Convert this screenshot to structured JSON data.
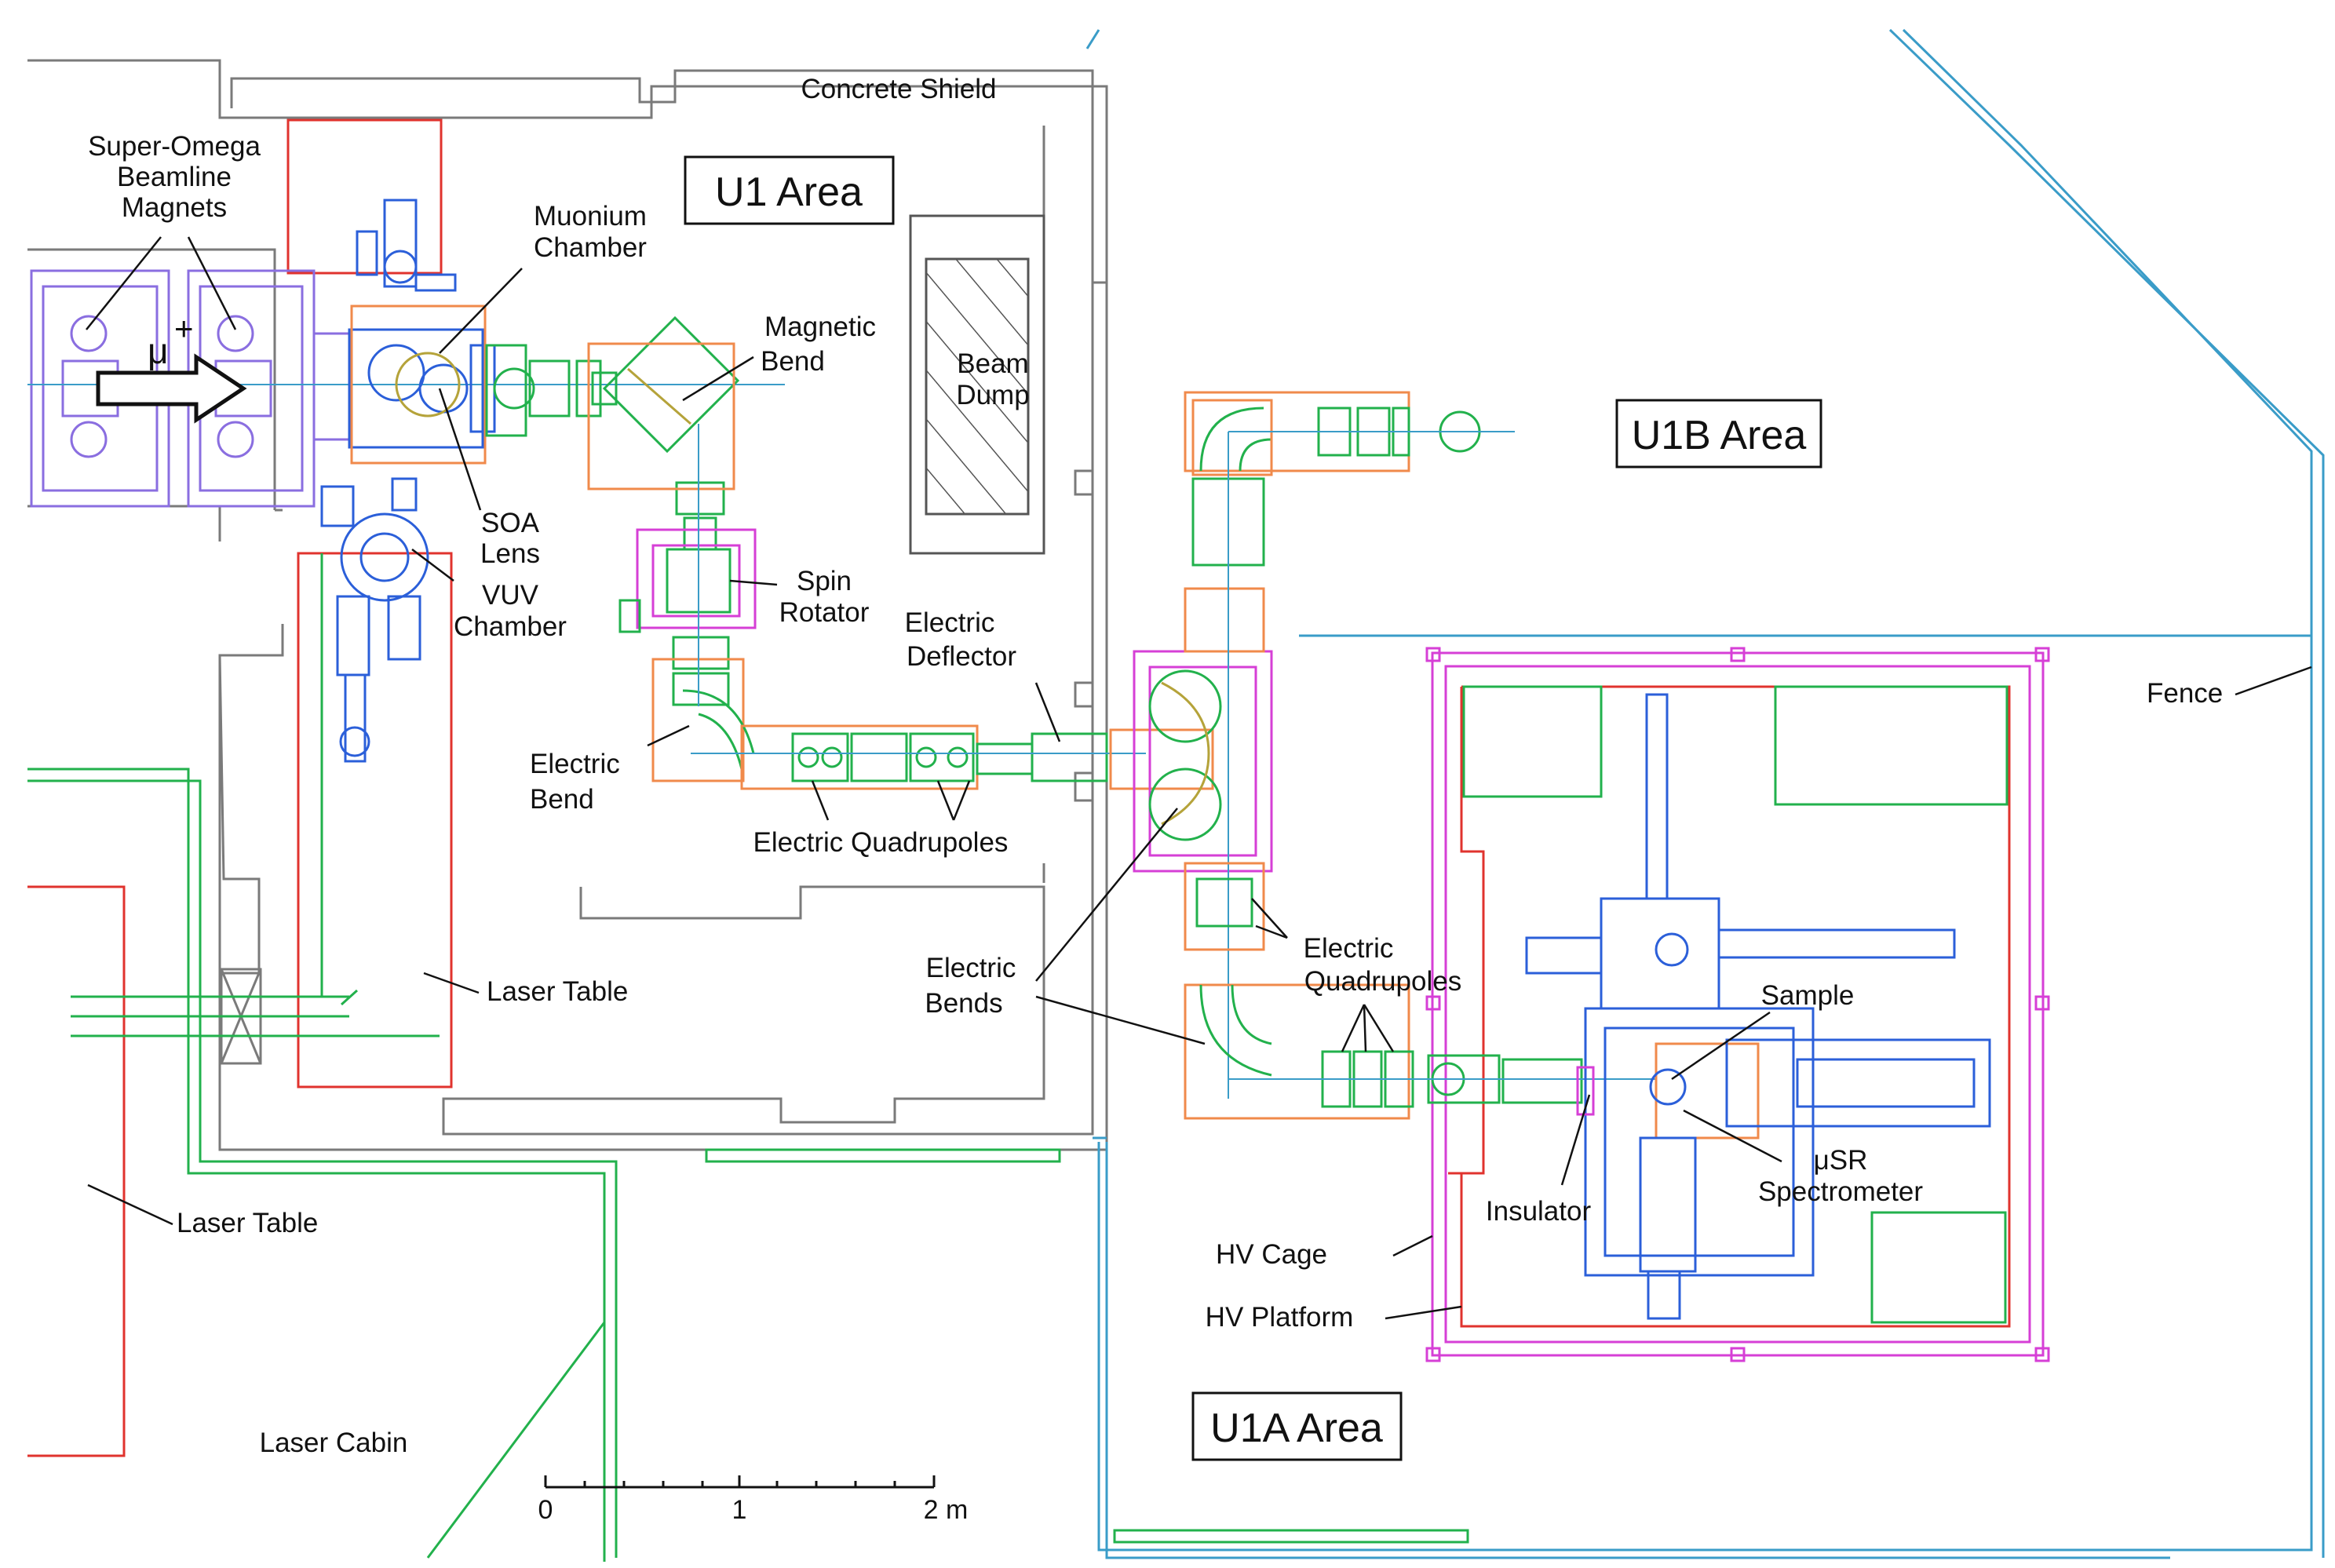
{
  "colors": {
    "shield": "#7a7a7a",
    "red": "#e0332e",
    "green": "#22b14c",
    "blue": "#2b5fd9",
    "cyan": "#3a9cc8",
    "magenta": "#d63fd6",
    "purple": "#8a6ee0",
    "orange": "#f08a4b",
    "olive": "#b5a33a",
    "leader": "#111111"
  },
  "areas": {
    "u1": "U1 Area",
    "u1b": "U1B Area",
    "u1a": "U1A Area"
  },
  "labels": {
    "concrete_shield": "Concrete Shield",
    "super_omega_1": "Super-Omega",
    "super_omega_2": "Beamline",
    "super_omega_3": "Magnets",
    "muon_symbol": "μ",
    "muon_charge": "+",
    "muonium_1": "Muonium",
    "muonium_2": "Chamber",
    "magnetic_1": "Magnetic",
    "magnetic_2": "Bend",
    "beam_dump_1": "Beam",
    "beam_dump_2": "Dump",
    "soa_1": "SOA",
    "soa_2": "Lens",
    "vuv_1": "VUV",
    "vuv_2": "Chamber",
    "spin_1": "Spin",
    "spin_2": "Rotator",
    "deflector_1": "Electric",
    "deflector_2": "Deflector",
    "ebend_1": "Electric",
    "ebend_2": "Bend",
    "equad_a": "Electric Quadrupoles",
    "ebends_1": "Electric",
    "ebends_2": "Bends",
    "equad_b1": "Electric",
    "equad_b2": "Quadrupoles",
    "laser_table_1": "Laser Table",
    "laser_table_2": "Laser Table",
    "laser_cabin": "Laser Cabin",
    "fence": "Fence",
    "sample": "Sample",
    "musr_1": "μSR",
    "musr_2": "Spectrometer",
    "insulator": "Insulator",
    "hv_cage": "HV Cage",
    "hv_platform": "HV Platform"
  },
  "scale_bar": {
    "ticks": [
      "0",
      "1",
      "2 m"
    ]
  }
}
